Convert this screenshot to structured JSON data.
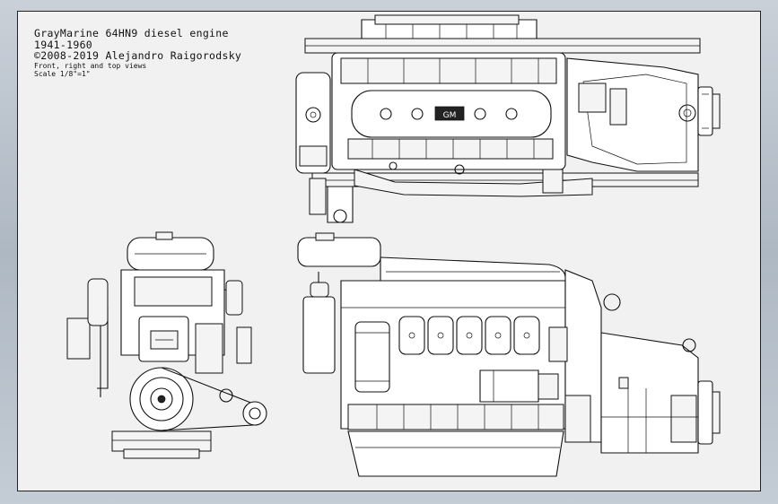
{
  "drawing": {
    "title_line1": "GrayMarine 64HN9 diesel engine",
    "title_line2": "1941-1960",
    "copyright": "©2008-2019 Alejandro Raigorodsky",
    "views_note": "Front, right and top views",
    "scale": "Scale 1/8\"=1\""
  },
  "views": {
    "top_badge": "GM"
  },
  "colors": {
    "background": "#b9c2cc",
    "sheet": "#f1f1f1",
    "ink": "#111111"
  }
}
